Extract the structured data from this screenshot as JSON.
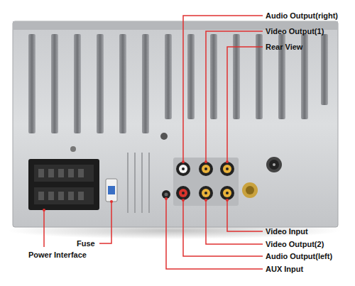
{
  "diagram": {
    "labels": [
      "Audio Output(right)",
      "Video Output(1)",
      "Rear View",
      "Video Input",
      "Video Output(2)",
      "Audio Output(left)",
      "AUX Input",
      "Fuse",
      "Power Interface"
    ]
  }
}
